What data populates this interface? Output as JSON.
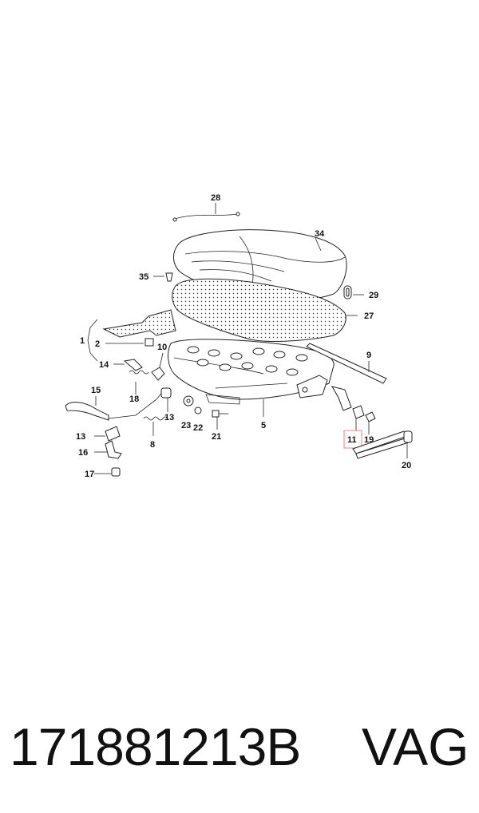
{
  "diagram": {
    "callouts": [
      "28",
      "34",
      "35",
      "29",
      "27",
      "1",
      "2",
      "10",
      "9",
      "14",
      "18",
      "15",
      "13",
      "23",
      "22",
      "21",
      "5",
      "8",
      "11",
      "19",
      "20",
      "16",
      "17"
    ],
    "highlighted_callout": "11",
    "highlight_color": "#e8a0a8"
  },
  "footer": {
    "part_number": "171881213B",
    "brand": "VAG"
  }
}
